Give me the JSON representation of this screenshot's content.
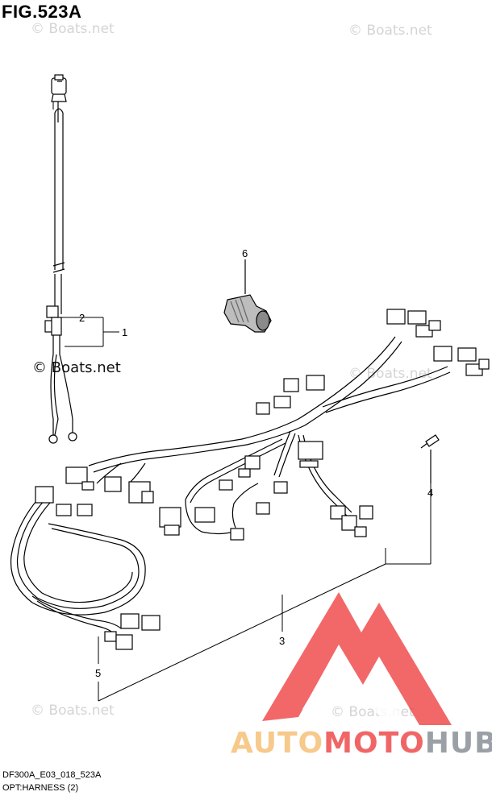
{
  "figure": {
    "title": "FIG.523A",
    "model_code": "DF300A_E03_018_523A",
    "caption": "OPT:HARNESS (2)"
  },
  "watermark": "© Boats.net",
  "callouts": [
    "1",
    "2",
    "3",
    "4",
    "5",
    "6"
  ],
  "brand": {
    "part1": "AUTO",
    "part2": "MOTO",
    "part3": "HUB",
    "color_auto": "#f7c98a",
    "color_moto": "#f06666",
    "color_hub": "#9aa0a6",
    "logo_color": "#ee3b3b"
  }
}
